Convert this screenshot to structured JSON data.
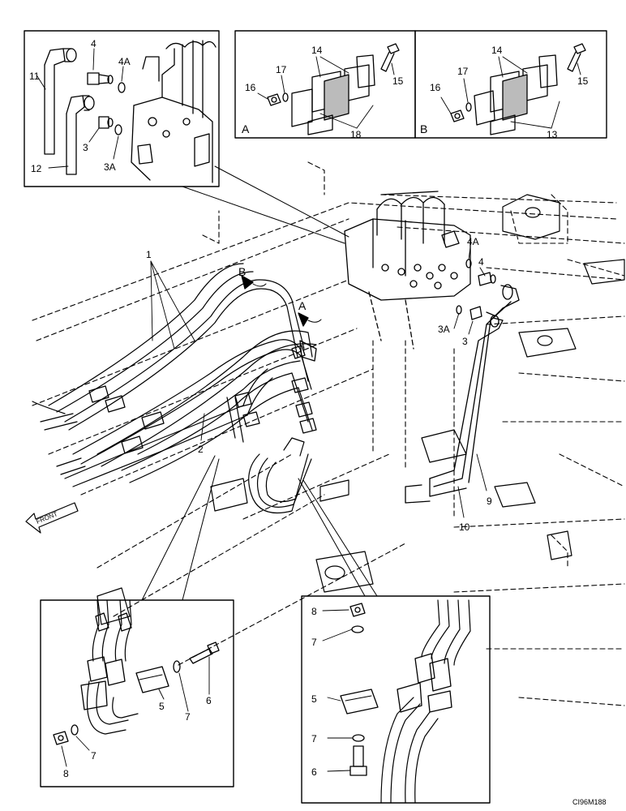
{
  "labels": {
    "l11": "11",
    "l4a": "4",
    "l4aTop": "4A",
    "l12": "12",
    "l3a": "3",
    "l3aTop": "3A",
    "detA_14": "14",
    "detA_17": "17",
    "detA_16": "16",
    "detA_15": "15",
    "detA_18": "18",
    "detA_letter": "A",
    "detB_14": "14",
    "detB_17": "17",
    "detB_16": "16",
    "detB_15": "15",
    "detB_13": "13",
    "detB_letter": "B",
    "m1": "1",
    "mB": "B",
    "mA": "A",
    "m4A": "4A",
    "m4": "4",
    "m3A": "3A",
    "m3": "3",
    "m2": "2",
    "m9": "9",
    "m10": "10",
    "front": "FRONT",
    "bl8": "8",
    "bl7a": "7",
    "bl6": "6",
    "bl5": "5",
    "bl7b": "7",
    "br8": "8",
    "br7a": "7",
    "br5": "5",
    "br7b": "7",
    "br6": "6",
    "code": "CI96M188"
  },
  "colors": {
    "line": "#000000",
    "background": "#ffffff"
  }
}
